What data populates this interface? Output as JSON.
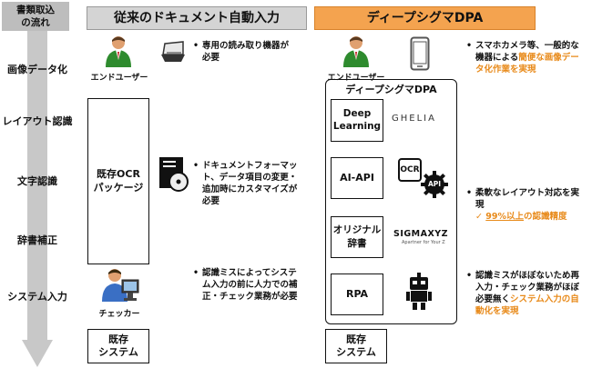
{
  "flow": {
    "title": "書類取込\nの流れ",
    "stages": [
      "画像データ化",
      "レイアウト認識",
      "文字認識",
      "辞書補正",
      "システム入力"
    ]
  },
  "old": {
    "header": "従来のドキュメント自動入力",
    "end_user_label": "エンドユーザー",
    "scanner_note": "専用の読み取り機器が必要",
    "ocr_box": "既存OCR\nパッケージ",
    "format_note": "ドキュメントフォーマット、データ項目の変更・追加時にカスタマイズが必要",
    "checker_label": "チェッカー",
    "check_note": "認識ミスによってシステム入力の前に人力での補正・チェック業務が必要",
    "system_box": "既存\nシステム"
  },
  "new": {
    "header": "ディープシグマDPA",
    "end_user_label": "エンドユーザー",
    "inner_title": "ディープシグマDPA",
    "modules": [
      "Deep\nLearning",
      "AI-API",
      "オリジナル\n辞書",
      "RPA"
    ],
    "partners": {
      "ghelia": "GHELIA",
      "sigmaxyz": "SIGMAXYZ",
      "sigmaxyz_tag": "Apartner for Your Z",
      "ocr": "OCR",
      "api": "API"
    },
    "system_box": "既存\nシステム"
  },
  "notes_right": {
    "phone_pre": "スマホカメラ等、一般的な機器による",
    "phone_hl": "簡便な画像データ化作業を実現",
    "layout_main": "柔軟なレイアウト対応を実現",
    "layout_check": "✓",
    "layout_hl": "99%以上",
    "layout_post": "の認識精度",
    "rpa_pre": "認識ミスがほぼないため再入力・チェック業務がほぼ必要無く",
    "rpa_hl": "システム入力の自動化を実現"
  },
  "colors": {
    "orange": "#e88a1a",
    "header_orange": "#f4a34f",
    "gray": "#d4d4d4"
  }
}
